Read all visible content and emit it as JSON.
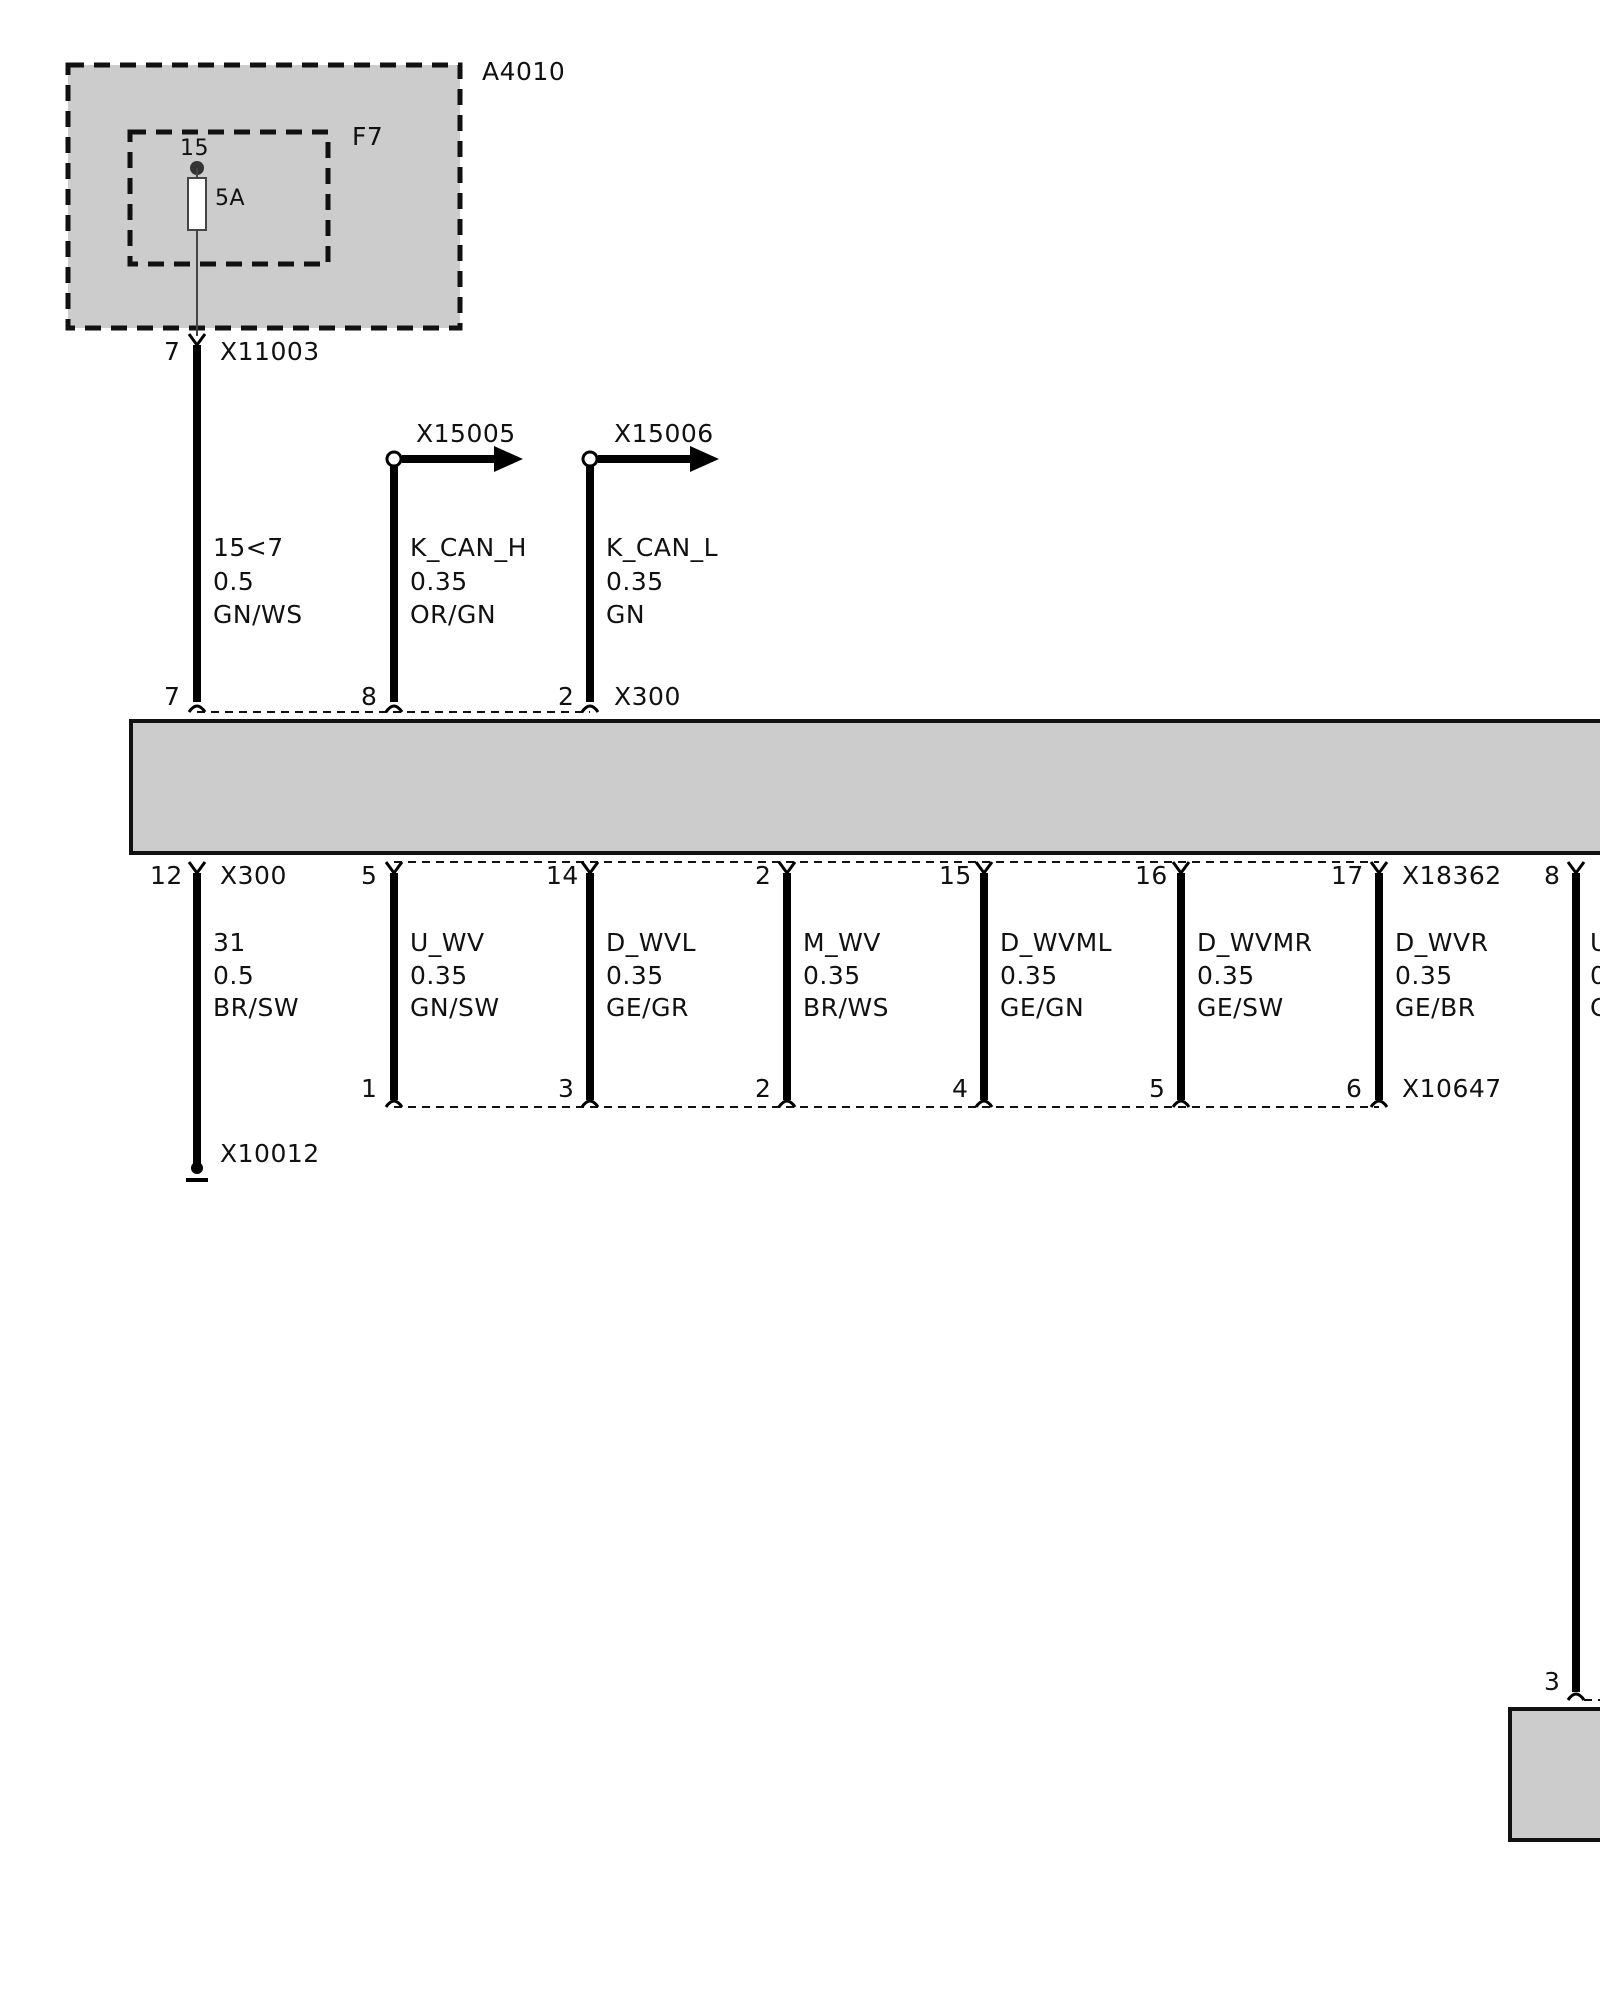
{
  "colors": {
    "module_fill": "#cccccc",
    "wire": "#000000",
    "background": "#ffffff"
  },
  "fuse_box": {
    "label": "A4010",
    "fuse_label": "F7",
    "terminal": "15",
    "rating": "5A"
  },
  "connectors": {
    "x11003": {
      "name": "X11003",
      "pin": "7"
    },
    "x300_top": {
      "name": "X300",
      "pins": [
        "7",
        "8",
        "2"
      ]
    },
    "x300_bottom": {
      "name": "X300",
      "pin": "12"
    },
    "x18362": {
      "name": "X18362",
      "pins": [
        "5",
        "14",
        "2",
        "15",
        "16",
        "17"
      ]
    },
    "x10647": {
      "name": "X10647",
      "pins": [
        "1",
        "3",
        "2",
        "4",
        "5",
        "6"
      ]
    },
    "x10012": {
      "name": "X10012"
    },
    "x15005": {
      "name": "X15005"
    },
    "x15006": {
      "name": "X15006"
    },
    "right_top_pin": "8",
    "right_bottom_pin": "3"
  },
  "wires_top": [
    {
      "signal": "15<7",
      "size": "0.5",
      "color": "GN/WS"
    },
    {
      "signal": "K_CAN_H",
      "size": "0.35",
      "color": "OR/GN"
    },
    {
      "signal": "K_CAN_L",
      "size": "0.35",
      "color": "GN"
    }
  ],
  "ground_wire": {
    "signal": "31",
    "size": "0.5",
    "color": "BR/SW"
  },
  "wires_bottom": [
    {
      "signal": "U_WV",
      "size": "0.35",
      "color": "GN/SW"
    },
    {
      "signal": "D_WVL",
      "size": "0.35",
      "color": "GE/GR"
    },
    {
      "signal": "M_WV",
      "size": "0.35",
      "color": "BR/WS"
    },
    {
      "signal": "D_WVML",
      "size": "0.35",
      "color": "GE/GN"
    },
    {
      "signal": "D_WVMR",
      "size": "0.35",
      "color": "GE/SW"
    },
    {
      "signal": "D_WVR",
      "size": "0.35",
      "color": "GE/BR"
    }
  ],
  "right_wire_partial": {
    "signal": "U",
    "size": "0",
    "color": "G"
  }
}
